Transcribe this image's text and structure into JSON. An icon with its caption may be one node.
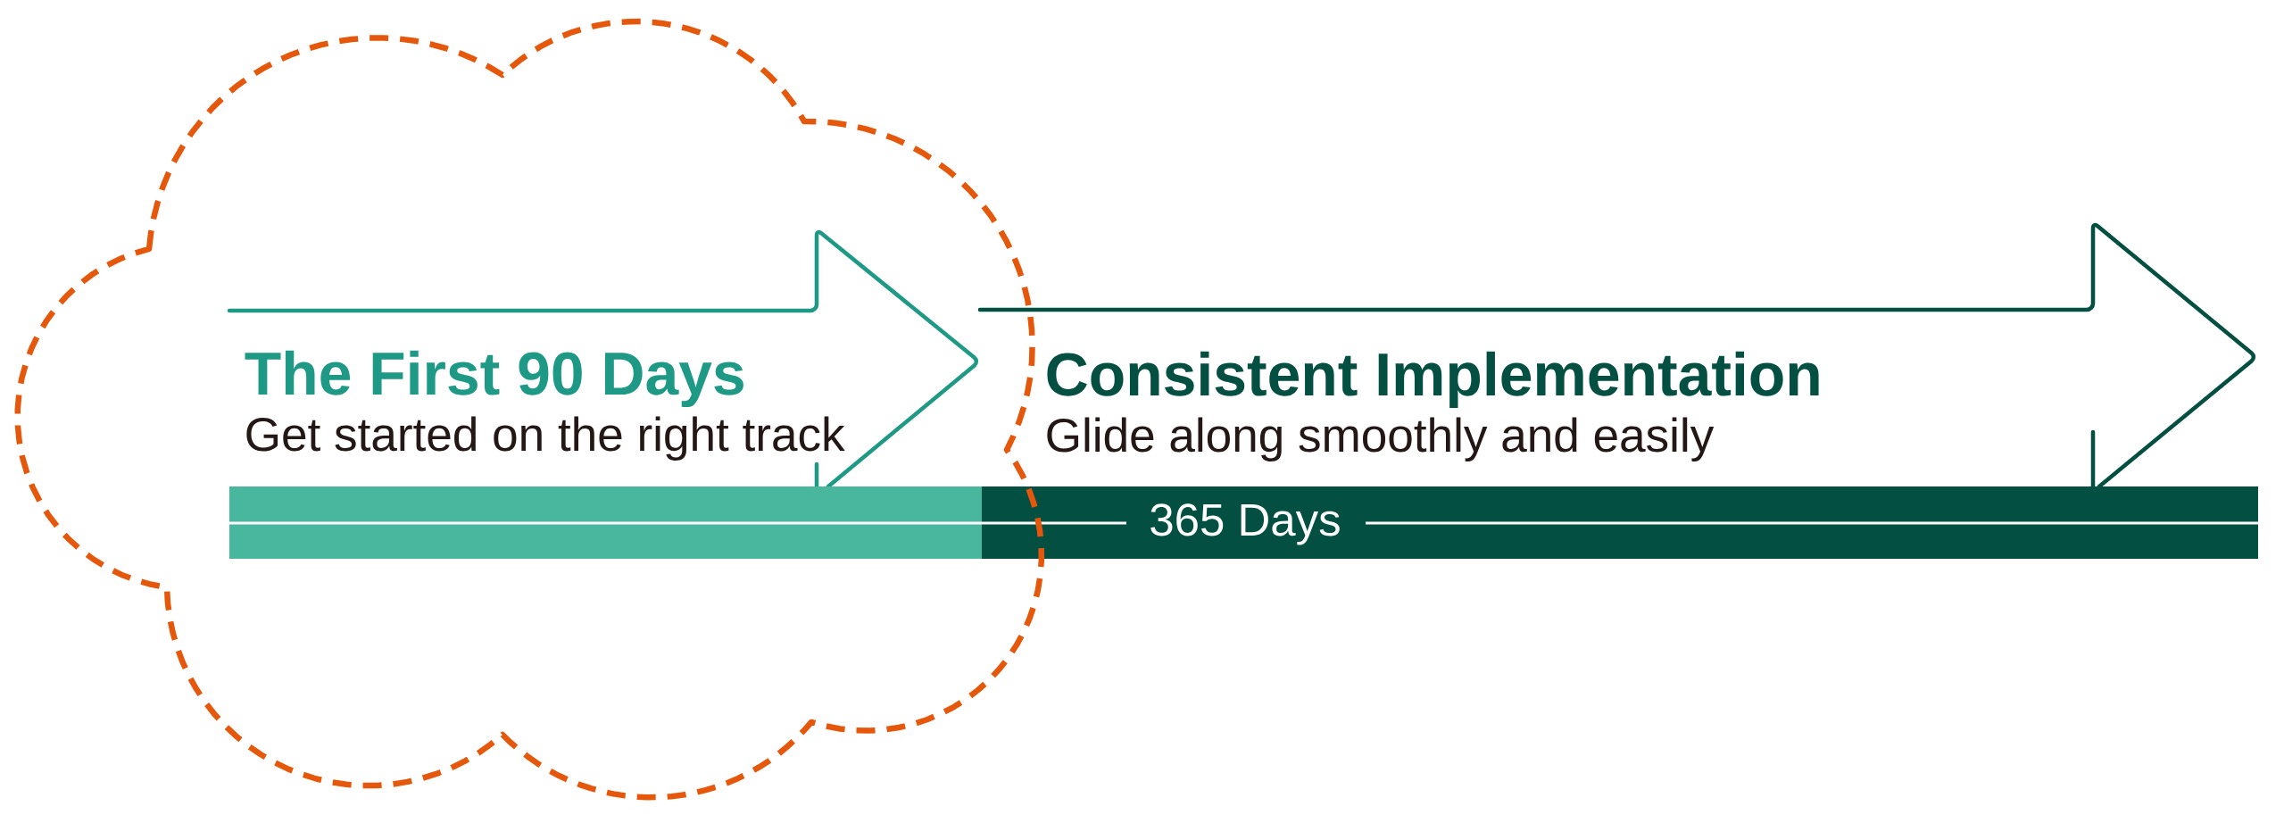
{
  "diagram": {
    "nodes": [
      {
        "text": [],
        "shape": "cloud"
      },
      {
        "text": [
          "The First 90 Days",
          "Get started on the right track"
        ],
        "in": 0
      },
      {
        "text": [
          "Consistent Implementation",
          "Glide along smoothly and easily"
        ]
      },
      {
        "text": [
          "365 Days"
        ]
      }
    ]
  }
}
